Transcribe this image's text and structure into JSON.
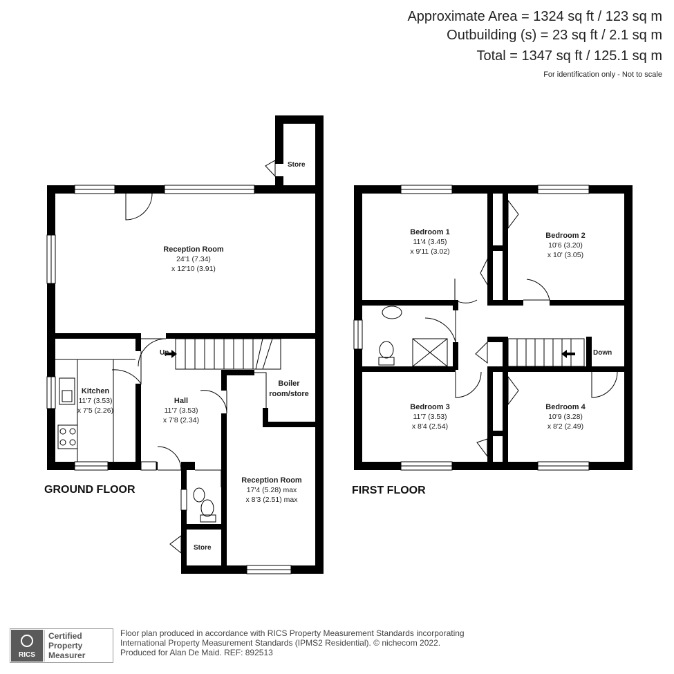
{
  "header": {
    "line1": "Approximate Area = 1324 sq ft / 123 sq m",
    "line2": "Outbuilding (s) = 23 sq ft / 2.1 sq m",
    "line3": "Total = 1347 sq ft / 125.1 sq m",
    "note": "For identification only - Not to scale"
  },
  "ground_floor": {
    "title": "GROUND FLOOR",
    "store_top": "Store",
    "reception1": {
      "name": "Reception Room",
      "dim1": "24'1 (7.34)",
      "dim2": "x 12'10 (3.91)"
    },
    "kitchen": {
      "name": "Kitchen",
      "dim1": "11'7 (3.53)",
      "dim2": "x 7'5 (2.26)"
    },
    "hall": {
      "name": "Hall",
      "dim1": "11'7 (3.53)",
      "dim2": "x 7'8 (2.34)"
    },
    "stairs_label": "Up",
    "boiler": {
      "line1": "Boiler",
      "line2": "room/store"
    },
    "reception2": {
      "name": "Reception Room",
      "dim1": "17'4 (5.28) max",
      "dim2": "x 8'3 (2.51) max"
    },
    "store_bottom": "Store"
  },
  "first_floor": {
    "title": "FIRST FLOOR",
    "bed1": {
      "name": "Bedroom 1",
      "dim1": "11'4 (3.45)",
      "dim2": "x 9'11 (3.02)"
    },
    "bed2": {
      "name": "Bedroom 2",
      "dim1": "10'6 (3.20)",
      "dim2": "x 10' (3.05)"
    },
    "bed3": {
      "name": "Bedroom 3",
      "dim1": "11'7 (3.53)",
      "dim2": "x 8'4 (2.54)"
    },
    "bed4": {
      "name": "Bedroom 4",
      "dim1": "10'9 (3.28)",
      "dim2": "x 8'2 (2.49)"
    },
    "stairs_label": "Down"
  },
  "footer": {
    "badge_org": "RICS",
    "badge_line1": "Certified",
    "badge_line2": "Property",
    "badge_line3": "Measurer",
    "text1": "Floor plan produced in accordance with RICS Property Measurement Standards incorporating",
    "text2": "International Property Measurement Standards (IPMS2 Residential).  © nichecom 2022.",
    "text3": "Produced for Alan De Maid.   REF: 892513"
  }
}
